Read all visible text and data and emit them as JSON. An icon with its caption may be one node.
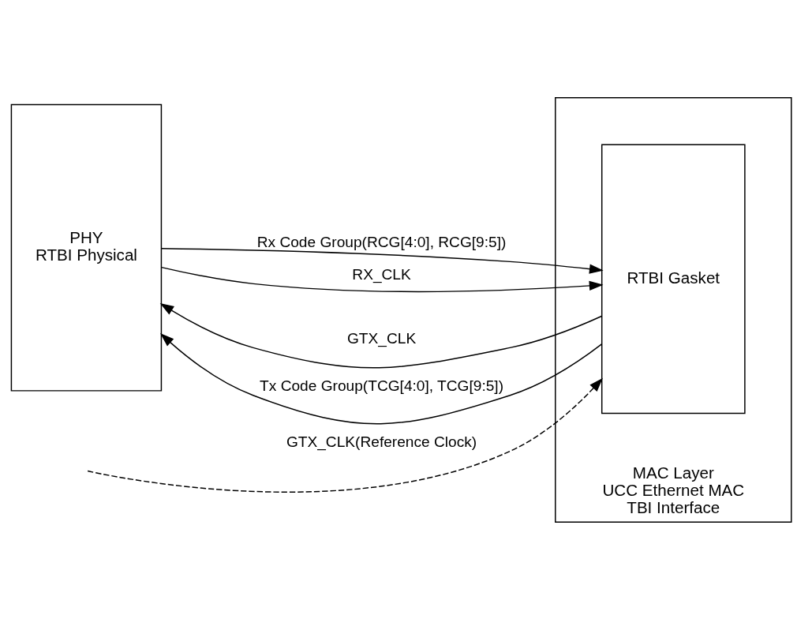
{
  "diagram": {
    "nodes": [
      {
        "text": [
          "PHY",
          "RTBI Physical"
        ]
      },
      {
        "text": [
          "MAC Layer",
          "UCC Ethernet MAC",
          "TBI Interface"
        ]
      },
      {
        "text": [
          "RTBI Gasket"
        ],
        "in": 1
      }
    ],
    "edges": [
      {
        "from": null,
        "to": 2,
        "arrow": "to",
        "label": "GTX_CLK(Reference Clock)",
        "style": "dashed"
      },
      {
        "from": 2,
        "to": 0,
        "arrow": "to",
        "label": "GTX_CLK"
      },
      {
        "from": 2,
        "to": 0,
        "arrow": "to",
        "label": "Tx Code Group(TCG[4:0], TCG[9:5])"
      },
      {
        "from": 0,
        "to": 2,
        "arrow": "to",
        "label": "Rx Code Group(RCG[4:0], RCG[9:5])"
      },
      {
        "from": 0,
        "to": 2,
        "arrow": "to",
        "label": "RX_CLK"
      }
    ]
  }
}
